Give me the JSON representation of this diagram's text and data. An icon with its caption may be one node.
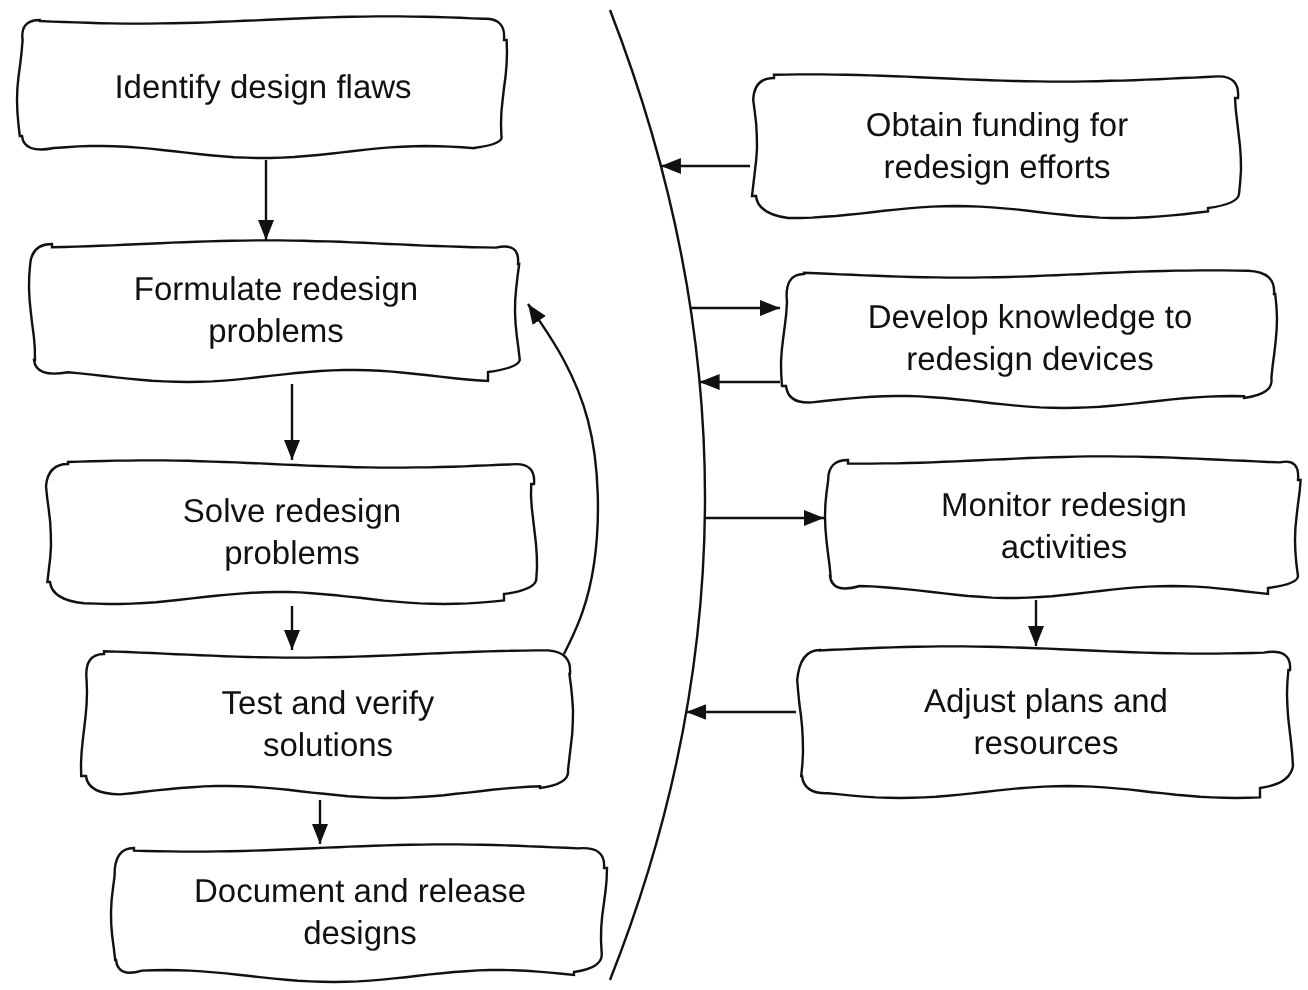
{
  "diagram": {
    "nodes": [
      {
        "text": [
          "Identify design flaws"
        ]
      },
      {
        "text": [
          "Formulate redesign problems"
        ]
      },
      {
        "text": [
          "Solve redesign problems"
        ]
      },
      {
        "text": [
          "Test and verify solutions"
        ]
      },
      {
        "text": [
          "Document and release designs"
        ]
      },
      {
        "text": [],
        "shape": "line"
      },
      {
        "text": [
          "Obtain funding for redesign efforts"
        ]
      },
      {
        "text": [
          "Develop knowledge to redesign devices"
        ]
      },
      {
        "text": [
          "Monitor redesign activities"
        ]
      },
      {
        "text": [
          "Adjust plans and resources"
        ]
      }
    ],
    "edges": [
      {
        "from": 0,
        "to": 1,
        "arrow": "to"
      },
      {
        "from": 1,
        "to": 2,
        "arrow": "to"
      },
      {
        "from": 2,
        "to": 3,
        "arrow": "to"
      },
      {
        "from": 3,
        "to": 4,
        "arrow": "to"
      },
      {
        "from": 3,
        "to": 1,
        "arrow": "to"
      },
      {
        "from": 6,
        "to": 5,
        "arrow": "to"
      },
      {
        "from": 5,
        "to": 7,
        "arrow": "to"
      },
      {
        "from": 7,
        "to": 5,
        "arrow": "to"
      },
      {
        "from": 5,
        "to": 8,
        "arrow": "to"
      },
      {
        "from": 8,
        "to": 9,
        "arrow": "to"
      },
      {
        "from": 9,
        "to": 5,
        "arrow": "to"
      }
    ]
  }
}
